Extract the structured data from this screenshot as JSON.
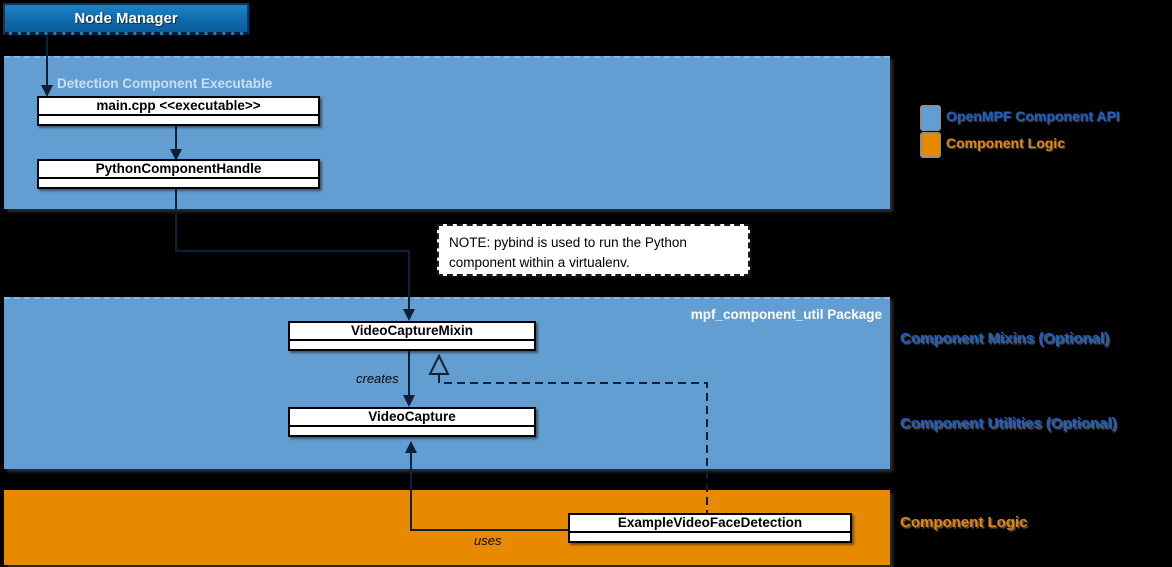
{
  "colors": {
    "background": "#000000",
    "section_blue": "#639ED3",
    "section_orange": "#E88A00",
    "node_manager_blue": "#1173B5",
    "connector": "#0E1F38",
    "label_blue": "#1D60C4",
    "label_orange": "#E8860B",
    "section_title_blue": "#C7E0F6",
    "class_box_bg": "#FFFFFF"
  },
  "node_manager": {
    "label": "Node Manager"
  },
  "exec_section": {
    "title": "Detection Component Executable",
    "classes": [
      {
        "label": "main.cpp <<executable>>"
      },
      {
        "label": "PythonComponentHandle"
      }
    ]
  },
  "note": {
    "lines": [
      "NOTE: pybind is used to run the Python",
      "component within a virtualenv."
    ]
  },
  "util_section": {
    "title": "mpf_component_util Package",
    "classes": [
      {
        "label": "VideoCaptureMixin"
      },
      {
        "label": "VideoCapture"
      }
    ],
    "creates_label": "creates"
  },
  "logic_section": {
    "classes": [
      {
        "label": "ExampleVideoFaceDetection"
      }
    ],
    "uses_label": "uses"
  },
  "legend": {
    "items": [
      {
        "label": "OpenMPF Component API",
        "swatch": "#639ED3",
        "text_color": "#1D60C4"
      },
      {
        "label": "Component Logic",
        "swatch": "#E88A00",
        "text_color": "#E8860B"
      }
    ]
  },
  "side_labels": [
    {
      "label": "Component Mixins (Optional)",
      "color": "#1D60C4"
    },
    {
      "label": "Component Utilities (Optional)",
      "color": "#1D60C4"
    },
    {
      "label": "Component Logic",
      "color": "#E8860B"
    }
  ]
}
